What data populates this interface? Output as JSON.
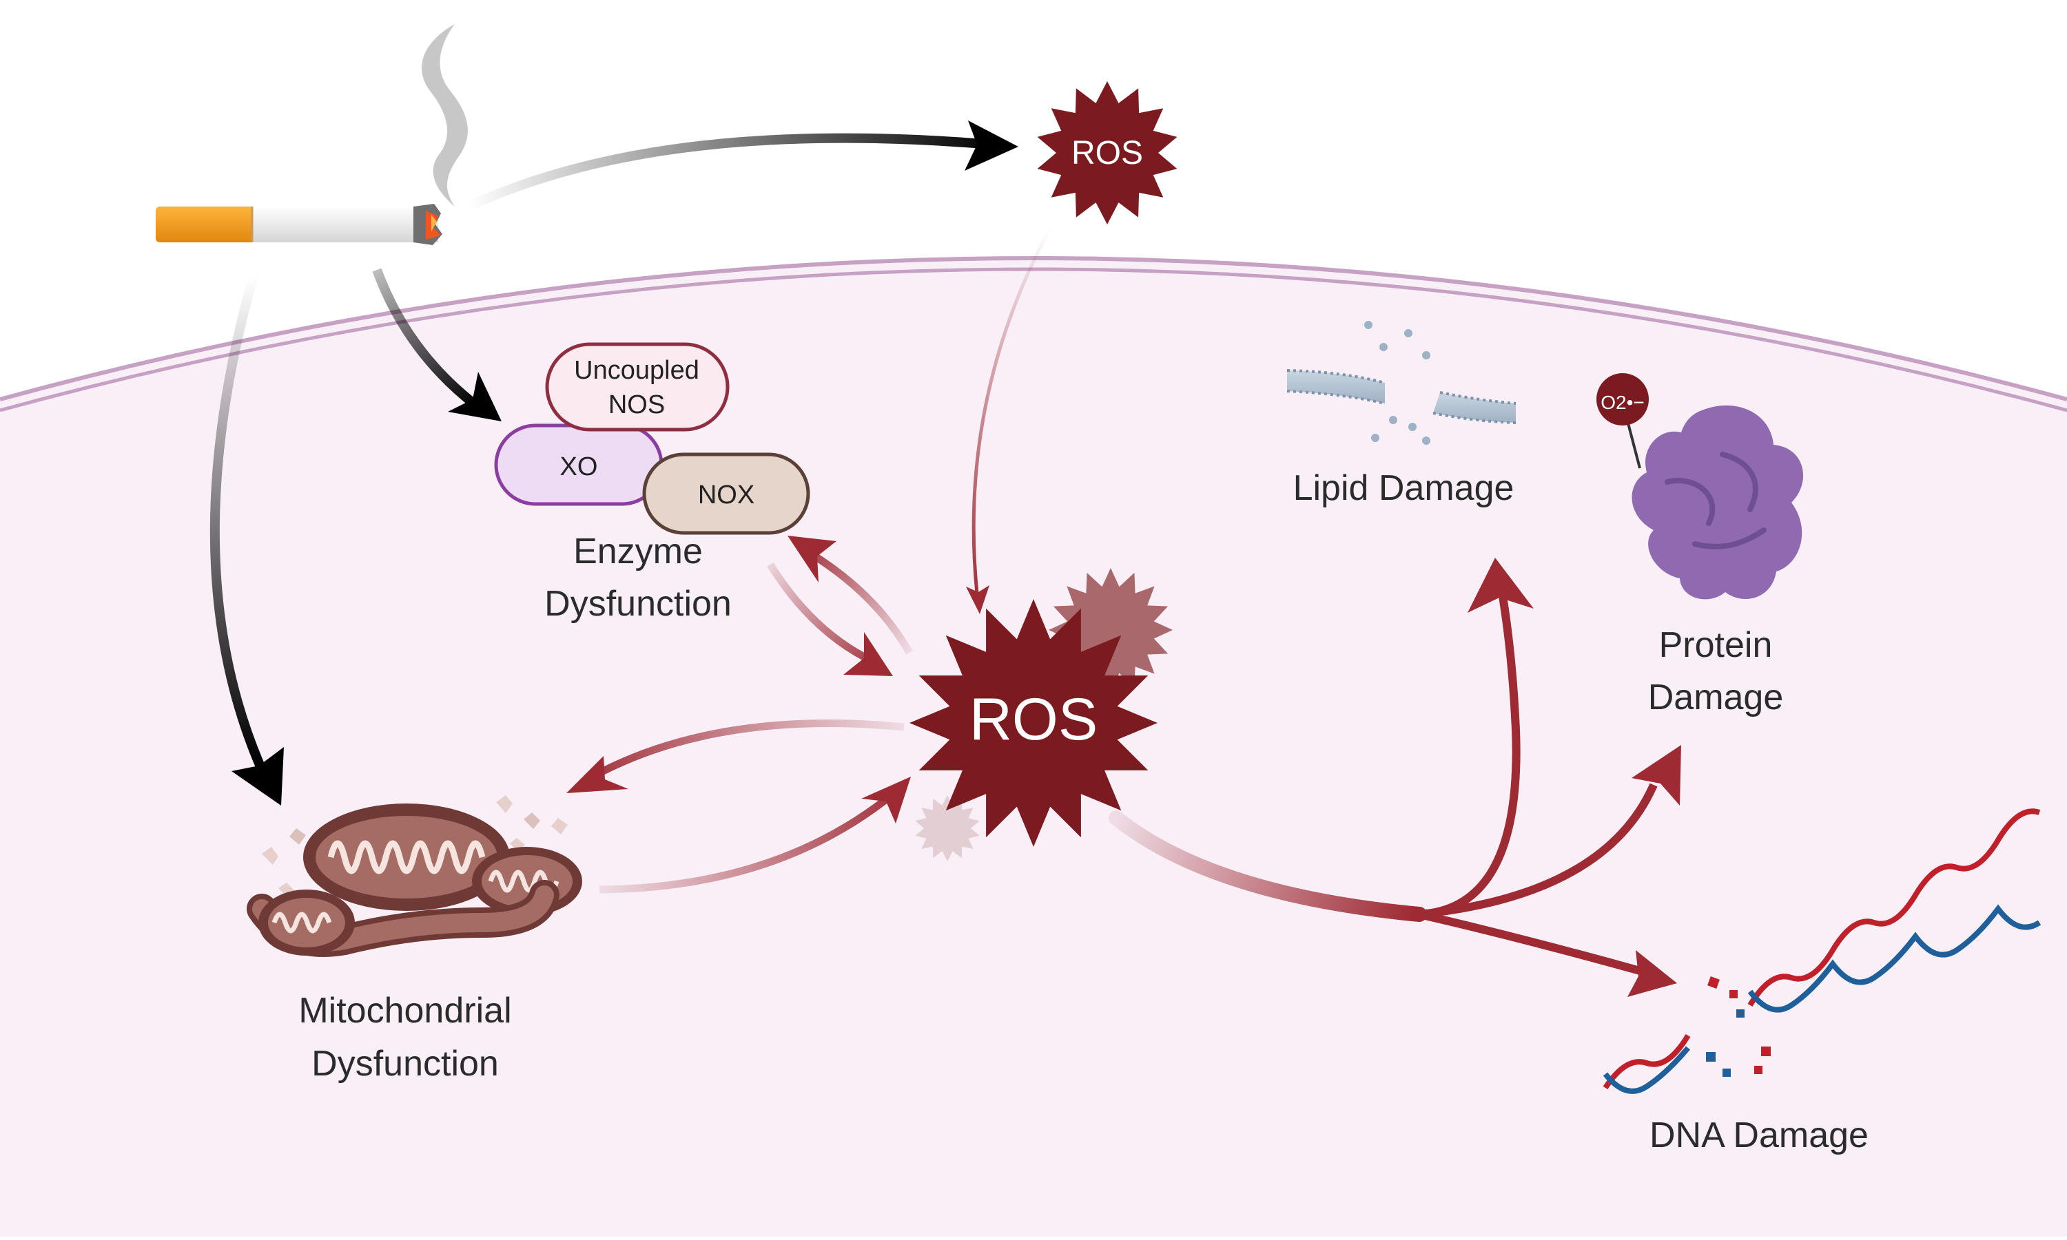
{
  "labels": {
    "ros_outer": "ROS",
    "ros_center": "ROS",
    "enzyme_title_line1": "Enzyme",
    "enzyme_title_line2": "Dysfunction",
    "uncoupled_line1": "Uncoupled",
    "uncoupled_line2": "NOS",
    "xo": "XO",
    "nox": "NOX",
    "mito_line1": "Mitochondrial",
    "mito_line2": "Dysfunction",
    "lipid": "Lipid Damage",
    "protein_line1": "Protein",
    "protein_line2": "Damage",
    "dna": "DNA Damage",
    "superoxide": "O2•−"
  },
  "colors": {
    "cell_fill": "#f8eff7",
    "membrane": "#c6a1c4",
    "ros_dark": "#7b1b1f",
    "ros_arrow": "#9e2b34",
    "black_arrow": "#000000",
    "protein": "#8f6ab0",
    "xo_fill": "#eedcf5",
    "xo_stroke": "#8b3ea0",
    "nos_fill": "#fbeaf0",
    "nos_stroke": "#8e2e40",
    "nox_fill": "#e6d5cb",
    "nox_stroke": "#5b4037",
    "dna_red": "#c0202a",
    "dna_blue": "#1f5f9a"
  },
  "icons": [
    "cigarette-icon",
    "smoke-icon",
    "ros-burst-icon",
    "mitochondrion-icon",
    "lipid-bilayer-icon",
    "protein-icon",
    "dna-helix-icon"
  ]
}
